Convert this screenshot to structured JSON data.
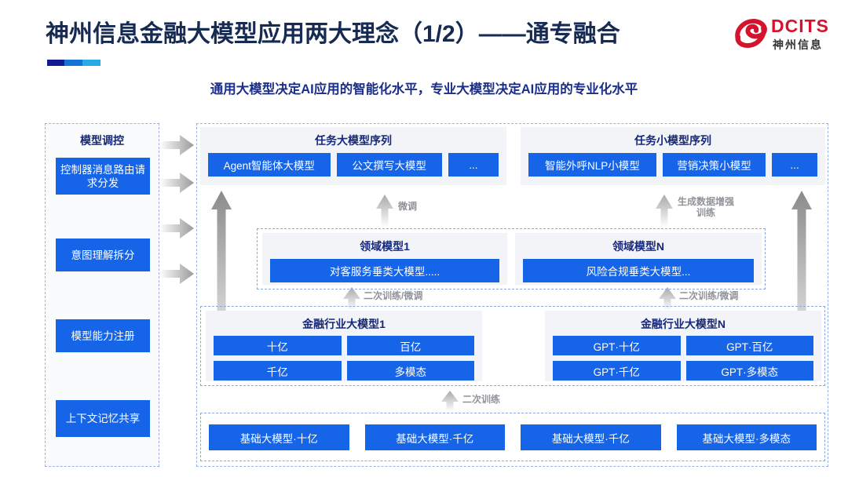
{
  "header": {
    "title": "神州信息金融大模型应用两大理念（1/2）——通专融合",
    "subtitle": "通用大模型决定AI应用的智能化水平，专业大模型决定AI应用的专业化水平",
    "accent_colors": [
      "#131a8f",
      "#1673d6",
      "#2aa9e8"
    ],
    "logo": {
      "brand_latin": "DCITS",
      "brand_cn": "神州信息",
      "brand_color": "#d4142c"
    }
  },
  "control_panel": {
    "title": "模型调控",
    "items": [
      {
        "label": "控制器消息路由请求分发"
      },
      {
        "label": "意图理解拆分"
      },
      {
        "label": "模型能力注册"
      },
      {
        "label": "上下文记忆共享"
      }
    ]
  },
  "arrows": {
    "right_arrows_count": 4,
    "labels": {
      "fine_tune": "微调",
      "data_aug": "生成数据增强\n训练",
      "retrain_finetune_left": "二次训练/微调",
      "retrain_finetune_right": "二次训练/微调",
      "retrain": "二次训练"
    }
  },
  "task_big": {
    "title": "任务大模型序列",
    "chips": [
      "Agent智能体大模型",
      "公文撰写大模型",
      "..."
    ]
  },
  "task_small": {
    "title": "任务小模型序列",
    "chips": [
      "智能外呼NLP小模型",
      "营销决策小模型",
      "..."
    ]
  },
  "domain_1": {
    "title": "领域模型1",
    "chips": [
      "对客服务垂类大模型....."
    ]
  },
  "domain_n": {
    "title": "领域模型N",
    "chips": [
      "风险合规垂类大模型..."
    ]
  },
  "industry_1": {
    "title": "金融行业大模型1",
    "chips": [
      "十亿",
      "百亿",
      "千亿",
      "多模态"
    ]
  },
  "industry_n": {
    "title": "金融行业大模型N",
    "chips": [
      "GPT·十亿",
      "GPT·百亿",
      "GPT·千亿",
      "GPT·多模态"
    ]
  },
  "base_models": {
    "chips": [
      "基础大模型·十亿",
      "基础大模型·千亿",
      "基础大模型·千亿",
      "基础大模型·多模态"
    ]
  },
  "colors": {
    "chip_blue": "#1664e8",
    "title_navy": "#16287a",
    "dashed_border": "#9bb4e8",
    "panel_gray": "#f3f4f7"
  }
}
